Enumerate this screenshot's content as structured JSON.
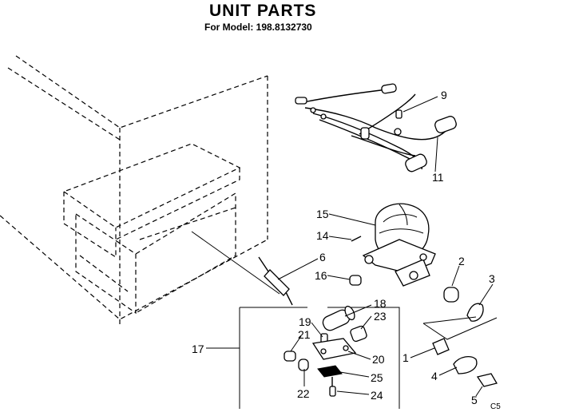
{
  "header": {
    "title": "UNIT PARTS",
    "model_line": "For Model: 198.8132730"
  },
  "callouts": {
    "c1": "1",
    "c2": "2",
    "c3": "3",
    "c4": "4",
    "c5": "5",
    "c6": "6",
    "c9": "9",
    "c11": "11",
    "c14": "14",
    "c15": "15",
    "c16": "16",
    "c17": "17",
    "c18": "18",
    "c19": "19",
    "c20": "20",
    "c21": "21",
    "c22": "22",
    "c23": "23",
    "c24": "24",
    "c25": "25"
  },
  "corner_code": "C5"
}
